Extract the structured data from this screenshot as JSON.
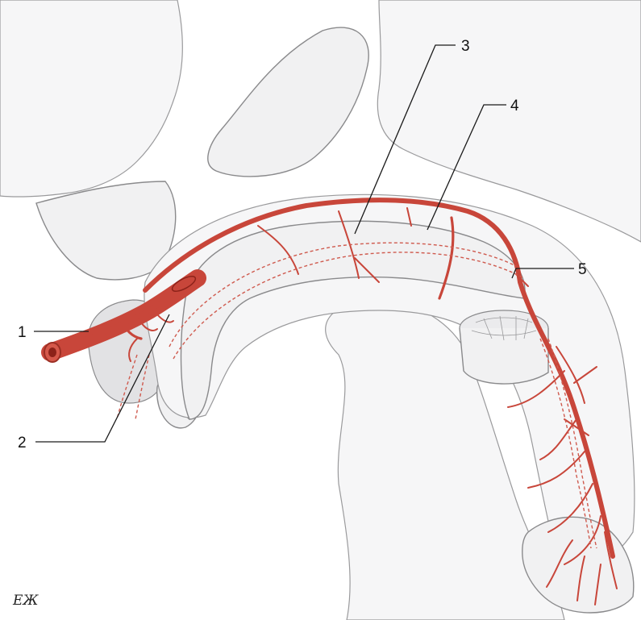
{
  "labels": [
    "1",
    "2",
    "3",
    "4",
    "5"
  ],
  "signature": "ЕЖ",
  "colors": {
    "artery": "#c8463a",
    "outline": "#8a8a8c",
    "tissue": "#f1f1f2",
    "background": "#ffffff"
  }
}
